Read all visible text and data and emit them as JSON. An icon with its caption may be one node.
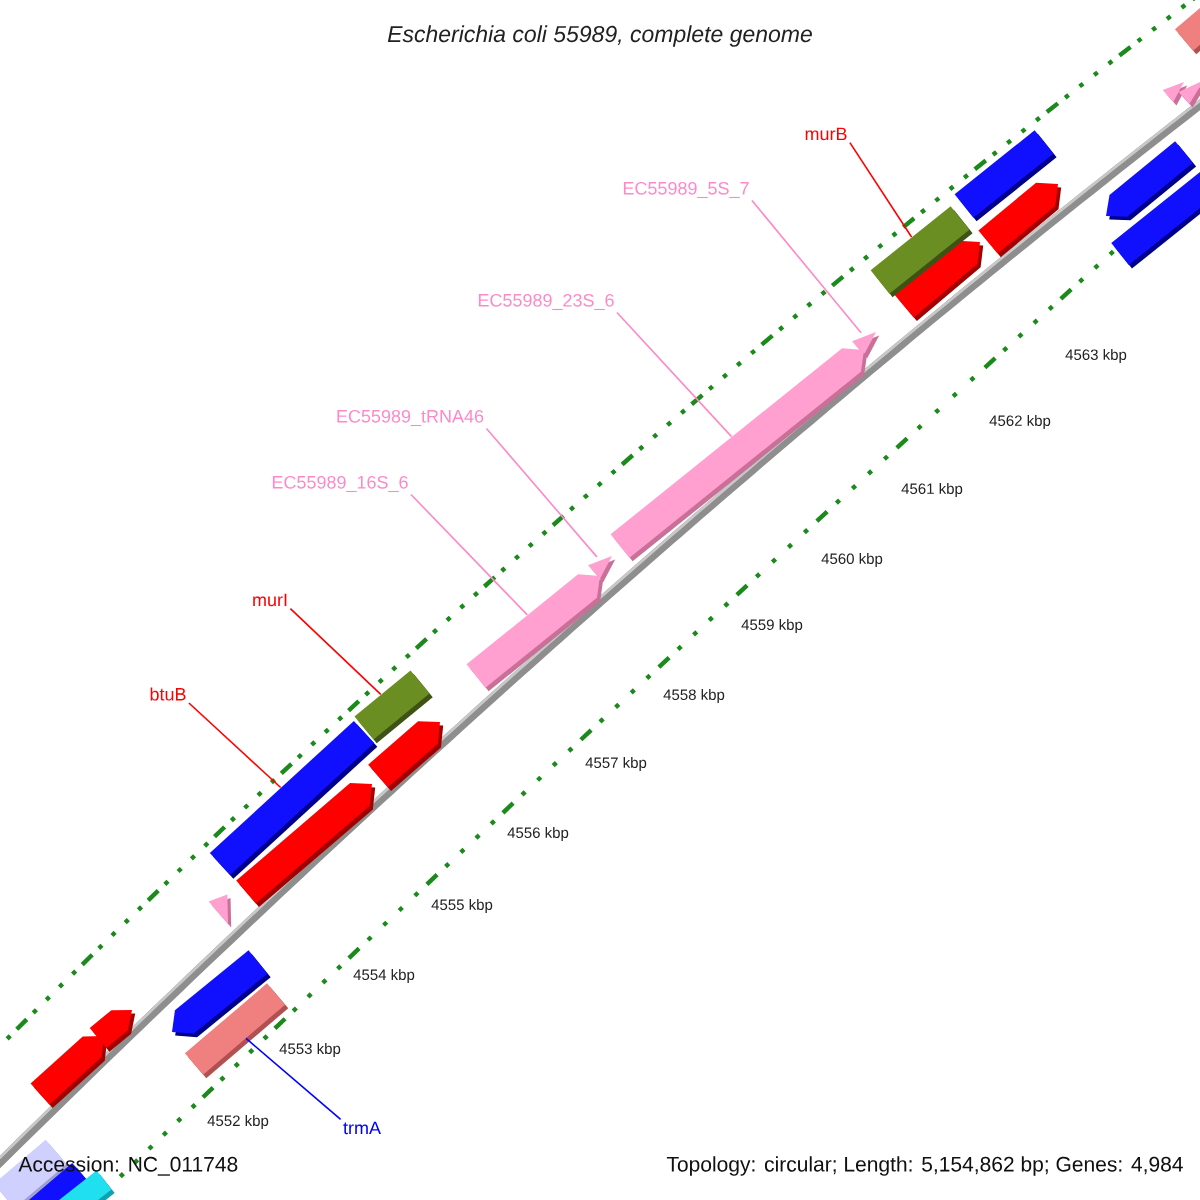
{
  "diagram": {
    "title": "Escherichia coli 55989, complete genome",
    "nodes": [
      {
        "text": [
          "murB"
        ]
      },
      {
        "text": [
          "EC55989_5S_7"
        ]
      },
      {
        "text": [
          "EC55989_23S_6"
        ]
      },
      {
        "text": [
          "EC55989_tRNA46"
        ]
      },
      {
        "text": [
          "EC55989_16S_6"
        ]
      },
      {
        "text": [
          "murI"
        ]
      },
      {
        "text": [
          "btuB"
        ]
      },
      {
        "text": [
          "trmA"
        ]
      },
      {
        "text": [],
        "shape": "bar"
      },
      {
        "text": [],
        "shape": "triangle"
      },
      {
        "text": [],
        "shape": "bar"
      },
      {
        "text": [],
        "shape": "triangle"
      },
      {
        "text": [],
        "shape": "bar"
      },
      {
        "text": [],
        "shape": "bar"
      },
      {
        "text": [],
        "shape": "bar"
      },
      {
        "text": [],
        "shape": "bar"
      },
      {
        "text": [],
        "shape": "triangle"
      },
      {
        "text": [],
        "shape": "triangle"
      },
      {
        "text": [],
        "shape": "triangle"
      }
    ],
    "edges": [
      {
        "from": 0,
        "to": 8,
        "arrow": "none",
        "color": "#ff0000"
      },
      {
        "from": 1,
        "to": 9,
        "arrow": "none"
      },
      {
        "from": 2,
        "to": 10,
        "arrow": "none"
      },
      {
        "from": 3,
        "to": 11,
        "arrow": "none"
      },
      {
        "from": 4,
        "to": 12,
        "arrow": "none"
      },
      {
        "from": 5,
        "to": 13,
        "arrow": "none",
        "color": "#ff0000"
      },
      {
        "from": 6,
        "to": 14,
        "arrow": "none",
        "color": "#ff0000"
      },
      {
        "from": 7,
        "to": 15,
        "arrow": "none",
        "color": "#0000ff"
      }
    ],
    "labels": [
      "4563 kbp",
      "4562 kbp",
      "4561 kbp",
      "4560 kbp",
      "4559 kbp",
      "4558 kbp",
      "4557 kbp",
      "4556 kbp",
      "4555 kbp",
      "4554 kbp",
      "4553 kbp",
      "4552 kbp",
      "Accession: NC_011748",
      "Topology: circular; Length: 5,154,862 bp; Genes: 4,984"
    ]
  }
}
